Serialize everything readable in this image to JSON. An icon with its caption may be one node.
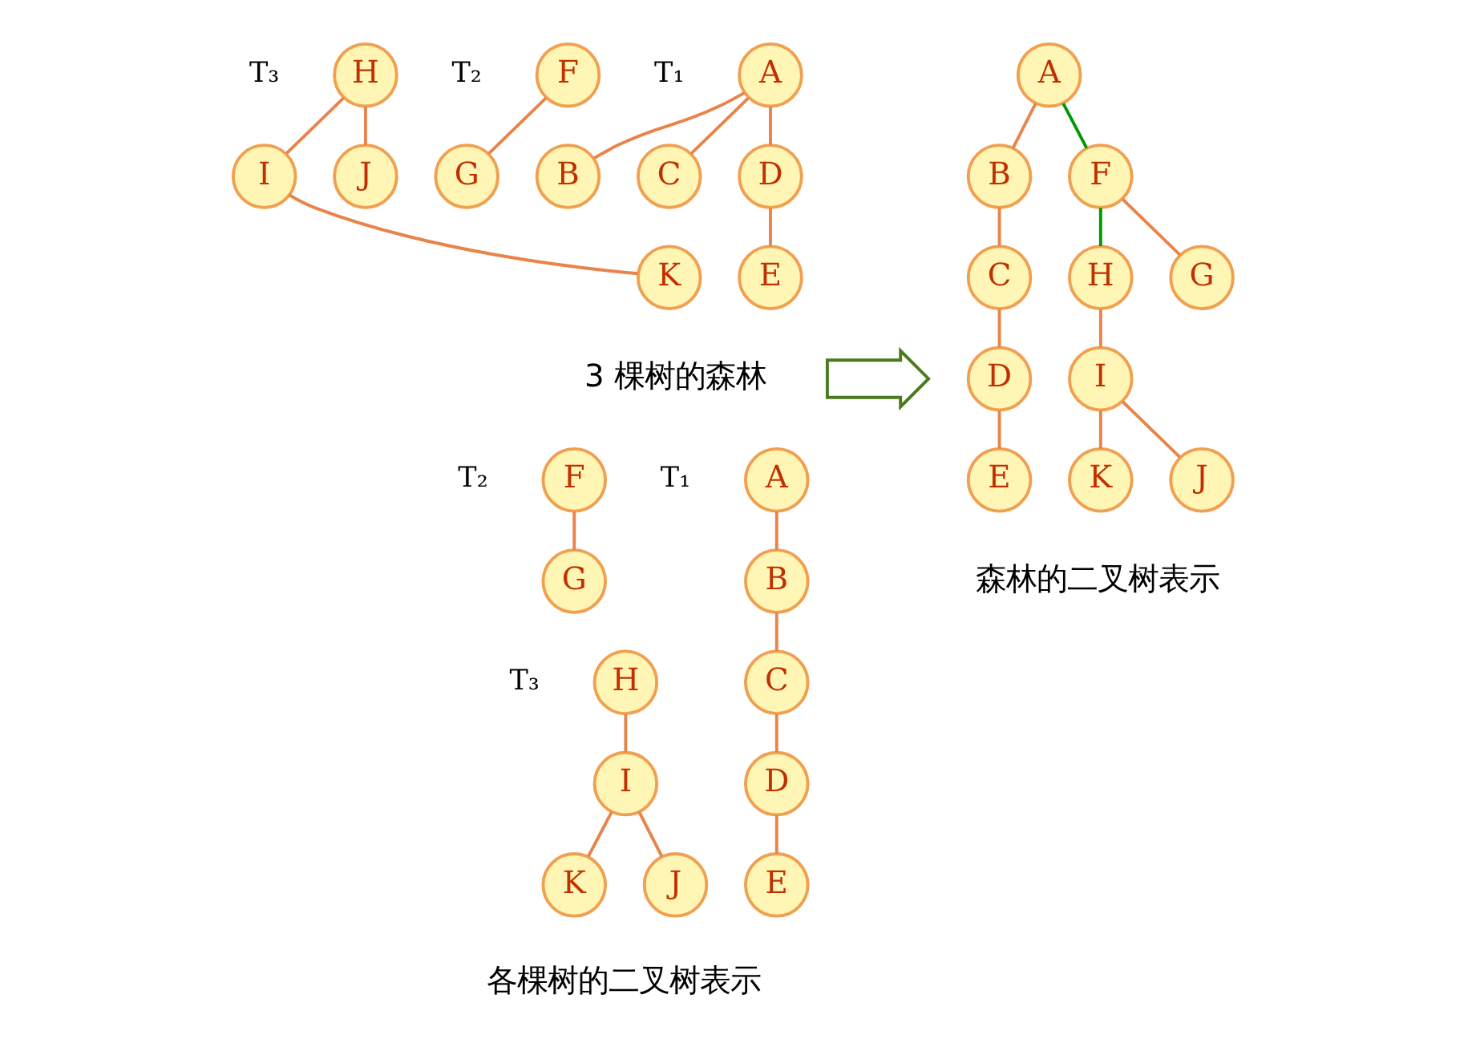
{
  "diagram": {
    "nodes": [
      {
        "text": [
          "A"
        ]
      },
      {
        "text": [
          "B"
        ]
      },
      {
        "text": [
          "C"
        ]
      },
      {
        "text": [
          "D"
        ]
      },
      {
        "text": [
          "E"
        ]
      },
      {
        "text": [
          "F"
        ]
      },
      {
        "text": [
          "G"
        ]
      },
      {
        "text": [
          "H"
        ]
      },
      {
        "text": [
          "I"
        ]
      },
      {
        "text": [
          "J"
        ]
      },
      {
        "text": [
          "K"
        ]
      },
      {
        "text": [
          "A"
        ]
      },
      {
        "text": [
          "B"
        ]
      },
      {
        "text": [
          "C"
        ]
      },
      {
        "text": [
          "D"
        ]
      },
      {
        "text": [
          "E"
        ]
      },
      {
        "text": [
          "F"
        ]
      },
      {
        "text": [
          "G"
        ]
      },
      {
        "text": [
          "H"
        ]
      },
      {
        "text": [
          "I"
        ]
      },
      {
        "text": [
          "K"
        ]
      },
      {
        "text": [
          "J"
        ]
      },
      {
        "text": [
          "A"
        ]
      },
      {
        "text": [
          "B"
        ]
      },
      {
        "text": [
          "C"
        ]
      },
      {
        "text": [
          "D"
        ]
      },
      {
        "text": [
          "E"
        ]
      },
      {
        "text": [
          "F"
        ]
      },
      {
        "text": [
          "G"
        ]
      },
      {
        "text": [
          "H"
        ]
      },
      {
        "text": [
          "I"
        ]
      },
      {
        "text": [
          "K"
        ]
      },
      {
        "text": [
          "J"
        ]
      },
      {
        "text": [],
        "shape": "arrow"
      }
    ],
    "edges": [
      {
        "from": 0,
        "to": 1,
        "arrow": "none"
      },
      {
        "from": 0,
        "to": 2,
        "arrow": "none"
      },
      {
        "from": 0,
        "to": 3,
        "arrow": "none"
      },
      {
        "from": 3,
        "to": 4,
        "arrow": "none"
      },
      {
        "from": 5,
        "to": 6,
        "arrow": "none"
      },
      {
        "from": 7,
        "to": 8,
        "arrow": "none"
      },
      {
        "from": 7,
        "to": 9,
        "arrow": "none"
      },
      {
        "from": 8,
        "to": 10,
        "arrow": "none"
      },
      {
        "from": 11,
        "to": 12,
        "arrow": "none"
      },
      {
        "from": 12,
        "to": 13,
        "arrow": "none"
      },
      {
        "from": 13,
        "to": 14,
        "arrow": "none"
      },
      {
        "from": 14,
        "to": 15,
        "arrow": "none"
      },
      {
        "from": 16,
        "to": 17,
        "arrow": "none"
      },
      {
        "from": 18,
        "to": 19,
        "arrow": "none"
      },
      {
        "from": 19,
        "to": 20,
        "arrow": "none"
      },
      {
        "from": 19,
        "to": 21,
        "arrow": "none"
      },
      {
        "from": 22,
        "to": 23,
        "arrow": "none"
      },
      {
        "from": 23,
        "to": 24,
        "arrow": "none"
      },
      {
        "from": 24,
        "to": 25,
        "arrow": "none"
      },
      {
        "from": 25,
        "to": 26,
        "arrow": "none"
      },
      {
        "from": 22,
        "to": 27,
        "arrow": "none",
        "color": "#009900"
      },
      {
        "from": 27,
        "to": 28,
        "arrow": "none"
      },
      {
        "from": 27,
        "to": 29,
        "arrow": "none",
        "color": "#009900"
      },
      {
        "from": 29,
        "to": 30,
        "arrow": "none"
      },
      {
        "from": 30,
        "to": 31,
        "arrow": "none"
      },
      {
        "from": 30,
        "to": 32,
        "arrow": "none"
      }
    ],
    "labels": [
      "T₁",
      "T₂",
      "T₃",
      "3 棵树的森林",
      "T₁",
      "T₂",
      "T₃",
      "森林的二叉树表示",
      "各棵树的二叉树表示"
    ]
  }
}
